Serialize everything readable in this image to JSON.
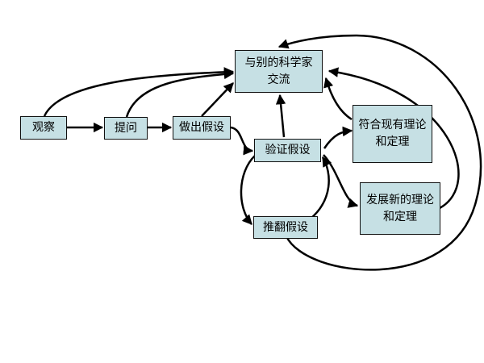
{
  "colors": {
    "box_fill": "#c6e0e4",
    "box_border": "#111111",
    "arrow": "#000000",
    "background": "#ffffff"
  },
  "nodes": {
    "observe": "观察",
    "ask": "提问",
    "hypothesize": "做出假设",
    "share_line1": "与别的科学家",
    "share_line2": "交流",
    "verify": "验证假设",
    "refute": "推翻假设",
    "conform_line1": "符合现有理论",
    "conform_line2": "和定理",
    "develop_line1": "发展新的理论",
    "develop_line2": "和定理"
  },
  "edges": [
    {
      "from": "观察",
      "to": "提问"
    },
    {
      "from": "提问",
      "to": "做出假设"
    },
    {
      "from": "做出假设",
      "to": "验证假设"
    },
    {
      "from": "观察",
      "to": "与别的科学家交流"
    },
    {
      "from": "提问",
      "to": "与别的科学家交流"
    },
    {
      "from": "做出假设",
      "to": "与别的科学家交流"
    },
    {
      "from": "验证假设",
      "to": "与别的科学家交流"
    },
    {
      "from": "验证假设",
      "to": "推翻假设"
    },
    {
      "from": "推翻假设",
      "to": "验证假设"
    },
    {
      "from": "验证假设",
      "to": "符合现有理论和定理"
    },
    {
      "from": "验证假设",
      "to": "发展新的理论和定理"
    },
    {
      "from": "符合现有理论和定理",
      "to": "与别的科学家交流"
    },
    {
      "from": "发展新的理论和定理",
      "to": "与别的科学家交流"
    },
    {
      "from": "推翻假设",
      "to": "与别的科学家交流"
    }
  ]
}
